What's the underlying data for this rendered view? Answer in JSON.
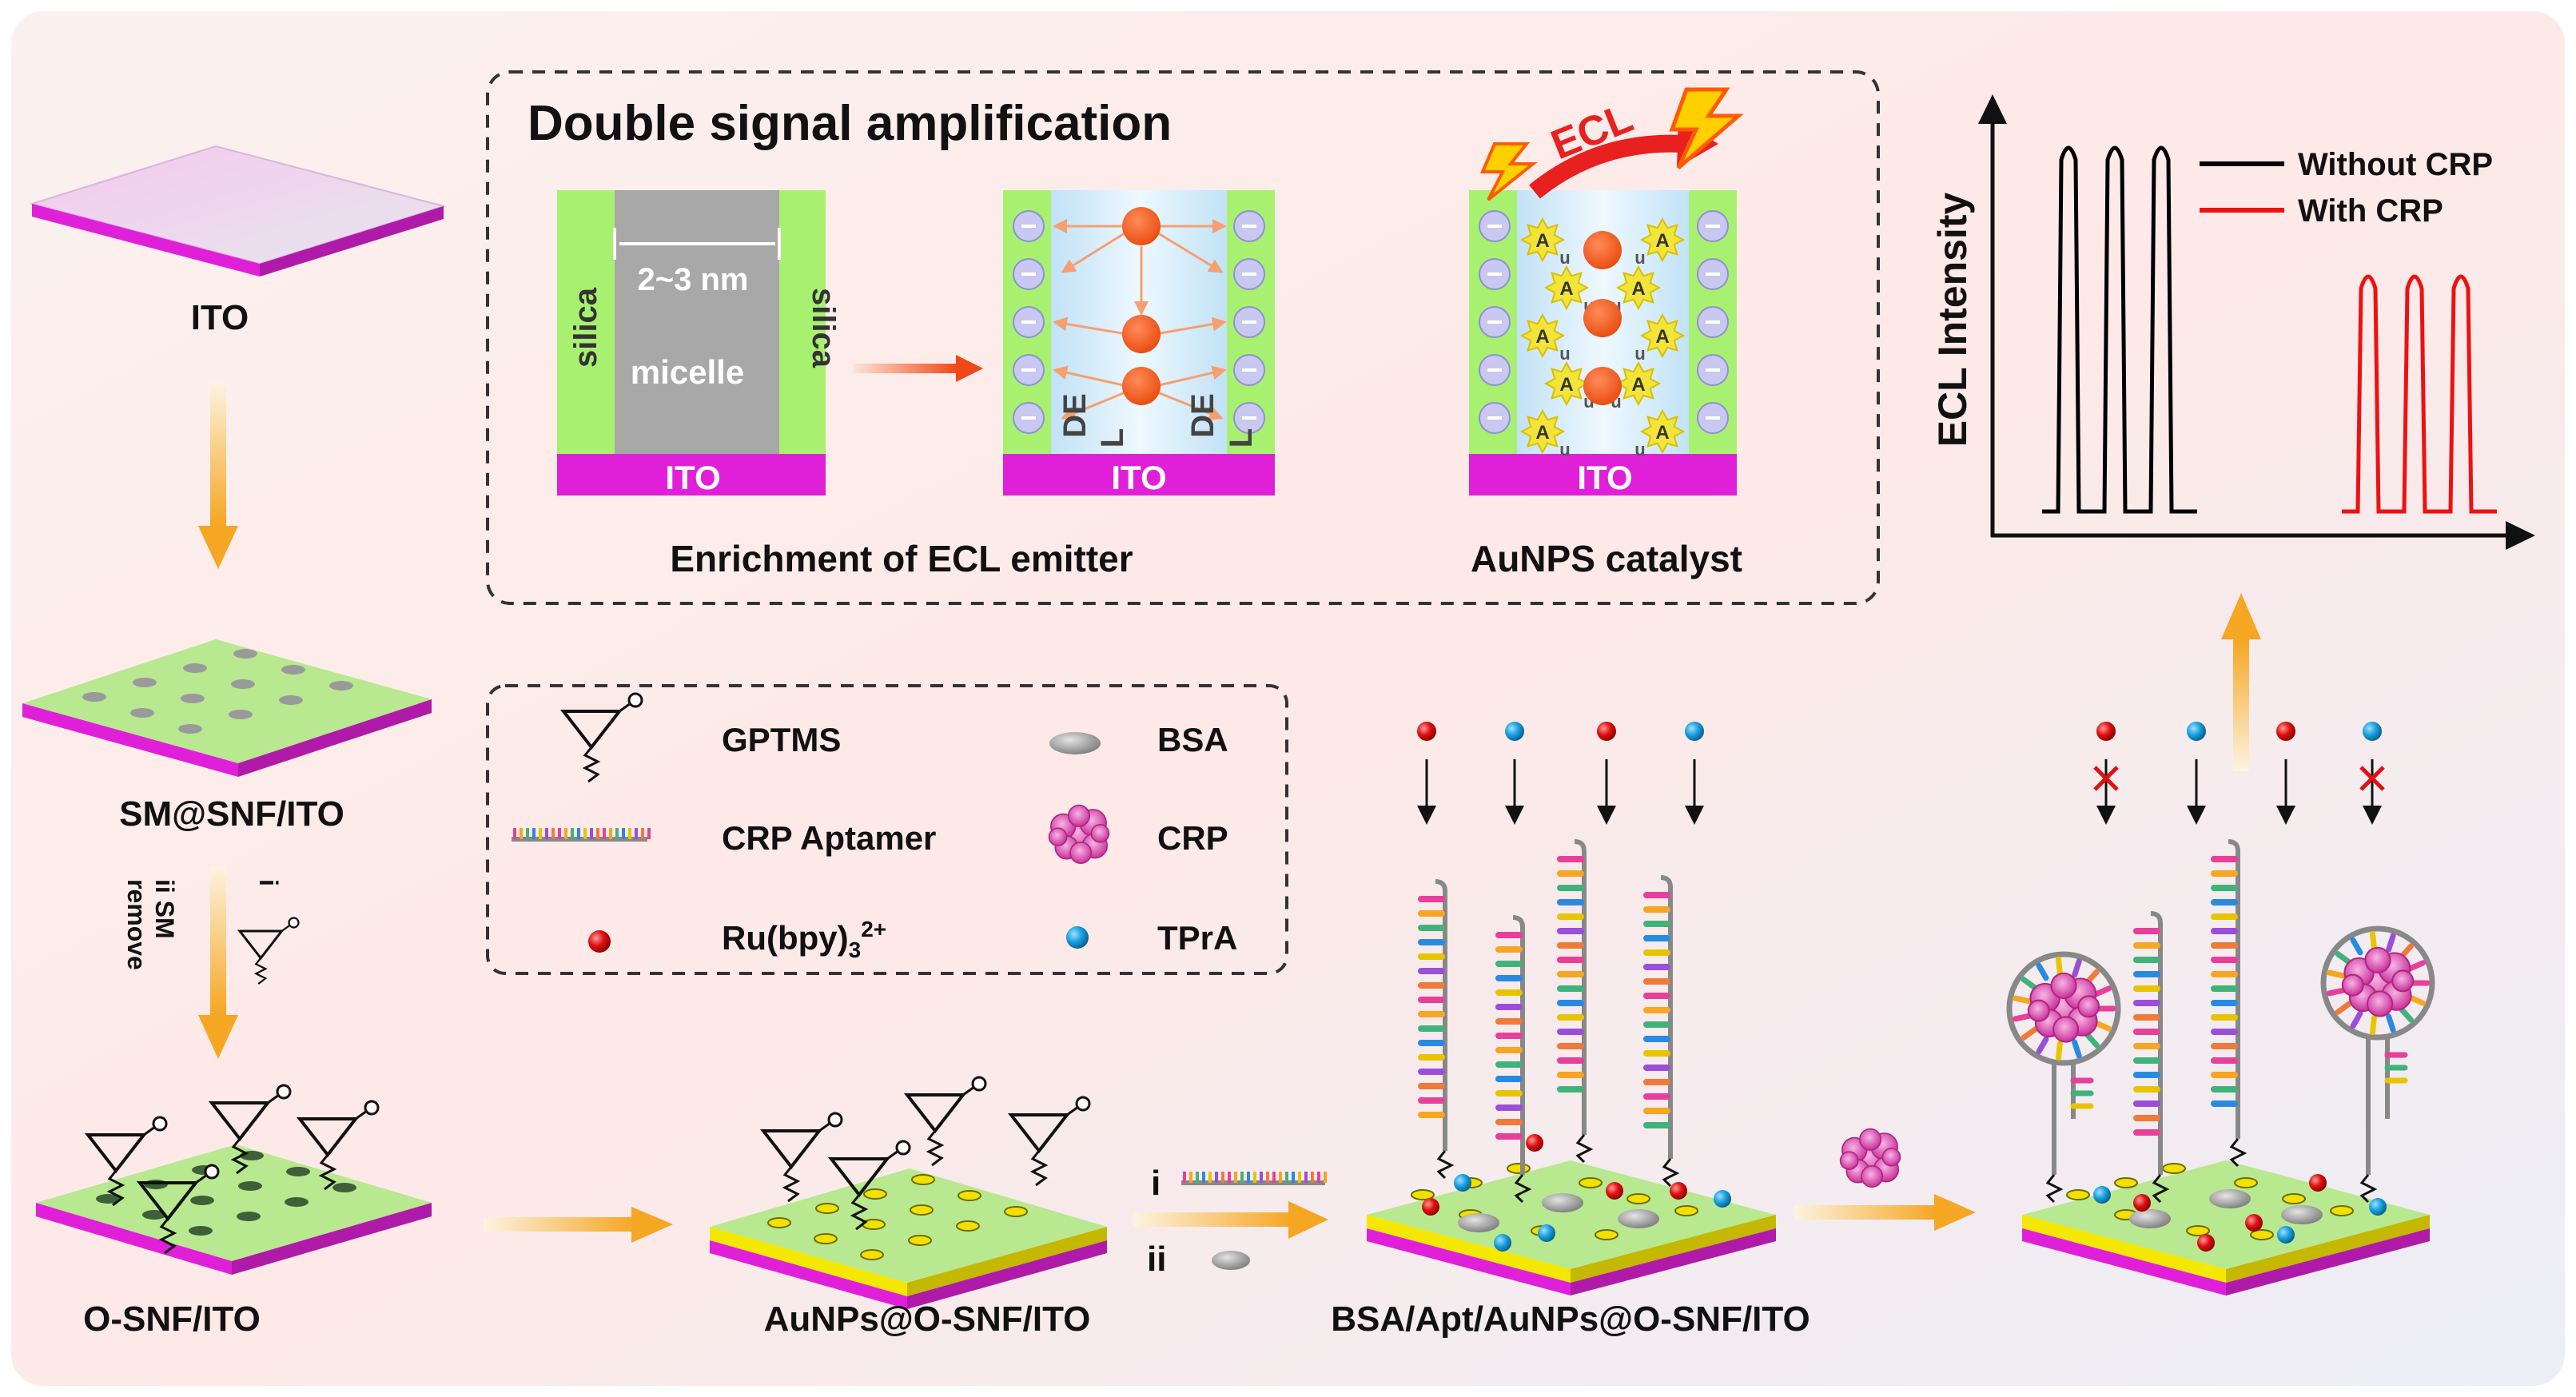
{
  "colors": {
    "ito": "#e020d8",
    "silica": "#a8f070",
    "gold": "#f5e800",
    "micelle": "#a8a8a8",
    "ru": "#e01010",
    "tpra": "#1aa0e0",
    "arrow_orange": "#f5a623",
    "without_crp": "#000000",
    "with_crp": "#ee1111"
  },
  "steps": {
    "ito": "ITO",
    "sm_snf": "SM@SNF/ITO",
    "o_snf": "O-SNF/ITO",
    "aunps": "AuNPs@O-SNF/ITO",
    "bsa_apt": "BSA/Apt/AuNPs@O-SNF/ITO"
  },
  "step_notes": {
    "remove_1": "ii SM",
    "remove_2": "remove",
    "i": "i",
    "ii": "ii"
  },
  "amplification": {
    "title": "Double signal amplification",
    "width_label": "2~3 nm",
    "silica": "silica",
    "micelle": "micelle",
    "ito": "ITO",
    "del": [
      "DE",
      "L"
    ],
    "enrichment": "Enrichment of ECL emitter",
    "catalyst": "AuNPS catalyst",
    "ecl": "ECL",
    "au": "A",
    "u": "u"
  },
  "legend": {
    "gptms": "GPTMS",
    "aptamer": "CRP Aptamer",
    "ru": "Ru(bpy)",
    "ru_sub": "3",
    "ru_sup": "2+",
    "bsa": "BSA",
    "crp": "CRP",
    "tpra": "TPrA"
  },
  "chart_data": {
    "type": "line",
    "ylabel": "ECL Intensity",
    "series": [
      {
        "name": "Without CRP",
        "color": "#000000",
        "peaks": [
          1,
          1,
          1
        ]
      },
      {
        "name": "With CRP",
        "color": "#ee1111",
        "peaks": [
          0.65,
          0.65,
          0.65
        ]
      }
    ]
  }
}
